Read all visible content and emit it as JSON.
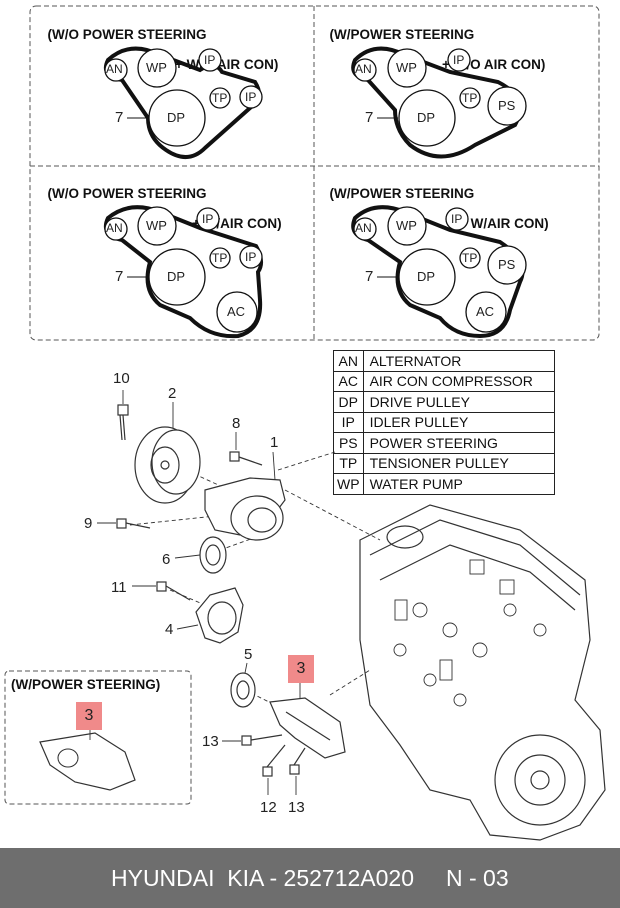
{
  "belt_panels": [
    {
      "title_line1": "(W/O POWER STEERING",
      "title_line2": "+ W/O AIR CON)",
      "pointer_label": "7",
      "pulleys": [
        "AN",
        "WP",
        "IP",
        "TP",
        "IP",
        "DP"
      ]
    },
    {
      "title_line1": "(W/POWER STEERING",
      "title_line2": "+ W/O AIR CON)",
      "pointer_label": "7",
      "pulleys": [
        "AN",
        "WP",
        "IP",
        "TP",
        "PS",
        "DP"
      ]
    },
    {
      "title_line1": "(W/O POWER STEERING",
      "title_line2": "+ W/AIR CON)",
      "pointer_label": "7",
      "pulleys": [
        "AN",
        "WP",
        "IP",
        "TP",
        "IP",
        "DP",
        "AC"
      ]
    },
    {
      "title_line1": "(W/POWER STEERING",
      "title_line2": "+ W/AIR CON)",
      "pointer_label": "7",
      "pulleys": [
        "AN",
        "WP",
        "IP",
        "TP",
        "PS",
        "DP",
        "AC"
      ]
    }
  ],
  "legend": [
    {
      "code": "AN",
      "desc": "ALTERNATOR"
    },
    {
      "code": "AC",
      "desc": "AIR CON COMPRESSOR"
    },
    {
      "code": "DP",
      "desc": "DRIVE PULLEY"
    },
    {
      "code": "IP",
      "desc": "IDLER PULLEY"
    },
    {
      "code": "PS",
      "desc": "POWER STEERING"
    },
    {
      "code": "TP",
      "desc": "TENSIONER PULLEY"
    },
    {
      "code": "WP",
      "desc": "WATER PUMP"
    }
  ],
  "part_callouts": {
    "c10": "10",
    "c2": "2",
    "c8": "8",
    "c1": "1",
    "c9": "9",
    "c6": "6",
    "c11": "11",
    "c4": "4",
    "c5": "5",
    "c3": "3",
    "c13a": "13",
    "c12": "12",
    "c13b": "13",
    "c3_inset": "3"
  },
  "inset_title": "(W/POWER STEERING)",
  "footer": {
    "brand": "HYUNDAI  KIA - 252712A020",
    "page": "N - 03"
  },
  "colors": {
    "highlight": "#f08a8a",
    "footer_bg": "#6e6e6e"
  }
}
